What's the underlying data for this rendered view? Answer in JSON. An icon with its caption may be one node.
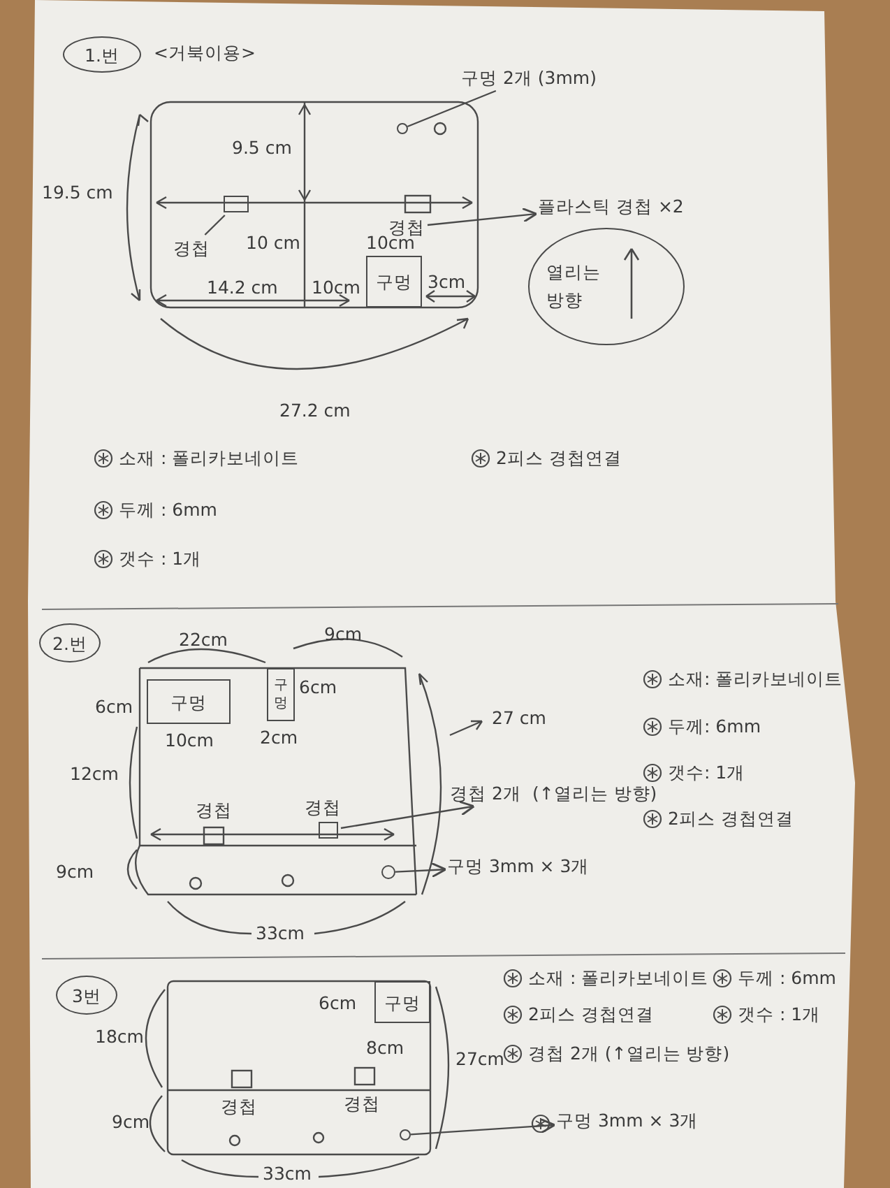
{
  "diagram": {
    "nodes": [
      {
        "text": [
          "1.번"
        ],
        "beside": [
          "<거북이용>"
        ]
      },
      {
        "text": [
          "구멍 2개 (3mm)"
        ]
      },
      {
        "text": [],
        "shape": "circle"
      },
      {
        "text": [],
        "shape": "box"
      },
      {
        "text": [
          "경첩"
        ]
      },
      {
        "text": [
          "경첩"
        ]
      },
      {
        "text": [
          "플라스틱 경첩 ×2"
        ]
      },
      {
        "text": [
          "구멍"
        ]
      },
      {
        "text": [
          "열리는 방향"
        ]
      },
      {
        "text": [
          "2.번"
        ]
      },
      {
        "text": [
          "구멍"
        ]
      },
      {
        "text": [
          "구멍"
        ]
      },
      {
        "text": [],
        "shape": "box"
      },
      {
        "text": [
          "경첩 2개",
          "(↑열리는 방향)"
        ]
      },
      {
        "text": [],
        "shape": "circle"
      },
      {
        "text": [
          "구멍 3mm × 3개"
        ]
      },
      {
        "text": [
          "3번"
        ]
      },
      {
        "text": [
          "구멍"
        ]
      },
      {
        "text": [],
        "shape": "circle"
      },
      {
        "text": [
          "구멍 3mm × 3개"
        ]
      }
    ],
    "edges": [
      {
        "from": 1,
        "to": 2,
        "arrow": "none"
      },
      {
        "from": 3,
        "to": 4,
        "arrow": "none"
      },
      {
        "from": 5,
        "to": 6,
        "arrow": "to"
      },
      {
        "from": 12,
        "to": 13,
        "arrow": "to"
      },
      {
        "from": 14,
        "to": 15,
        "arrow": "to"
      },
      {
        "from": 18,
        "to": 19,
        "arrow": "to"
      }
    ],
    "labels": [
      "9.5 cm",
      "19.5 cm",
      "10 cm",
      "10cm",
      "14.2 cm",
      "10cm",
      "3cm",
      "27.2 cm",
      "소재 : 폴리카보네이트",
      "2피스 경첩연결",
      "두께 : 6mm",
      "갯수 : 1개",
      "22cm",
      "9cm",
      "6cm",
      "6cm",
      "10cm",
      "2cm",
      "27 cm",
      "12cm",
      "경첩",
      "경첩",
      "9cm",
      "33cm",
      "소재: 폴리카보네이트",
      "두께: 6mm",
      "갯수: 1개",
      "2피스 경첩연결",
      "소재 : 폴리카보네이트",
      "두께 : 6mm",
      "2피스 경첩연결",
      "갯수 : 1개",
      "6cm",
      "8cm",
      "18cm",
      "27cm",
      "경첩 2개 (↑열리는 방향)",
      "경첩",
      "경첩",
      "9cm",
      "33cm"
    ]
  }
}
